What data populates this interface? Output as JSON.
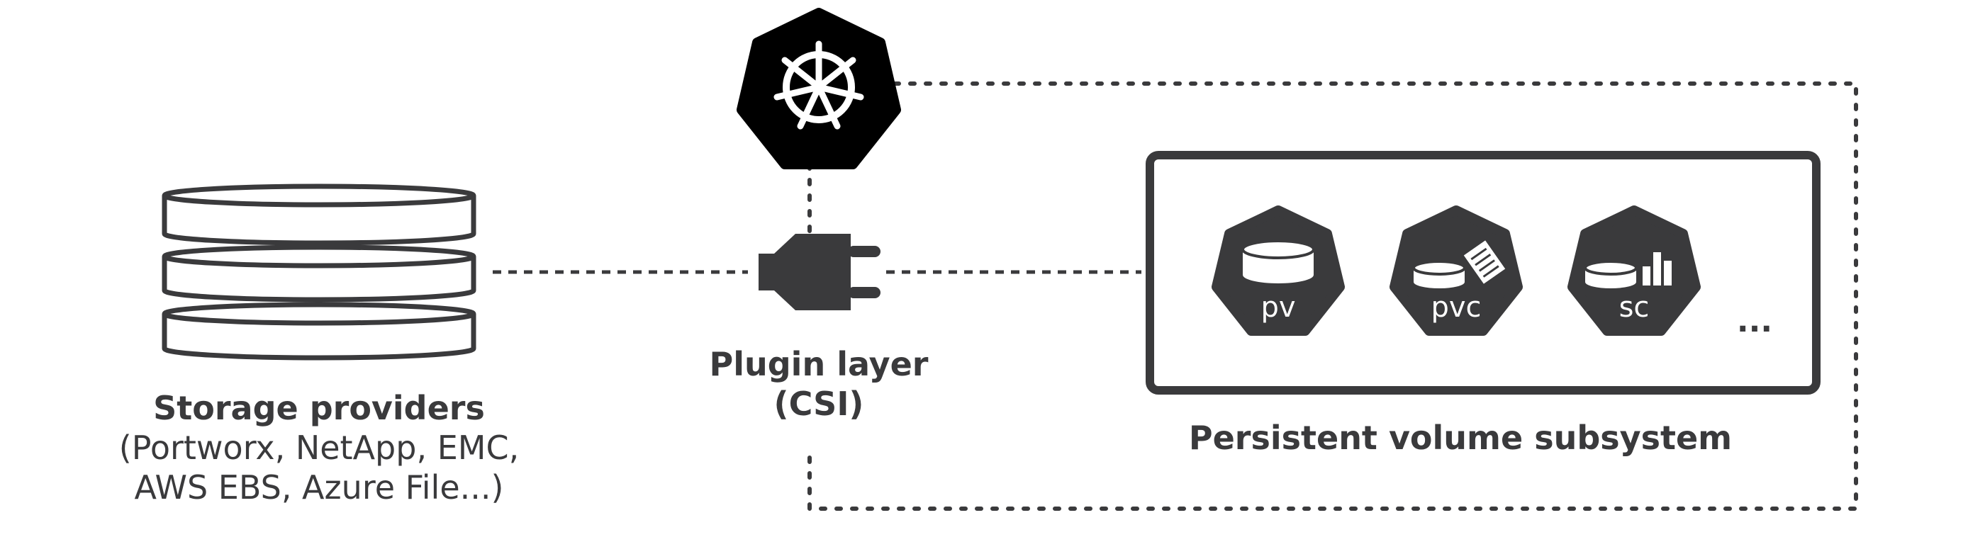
{
  "storage": {
    "title": "Storage providers",
    "line1": "(Portworx, NetApp, EMC,",
    "line2": "AWS EBS, Azure File...)"
  },
  "plugin": {
    "title": "Plugin layer",
    "subtitle": "(CSI)"
  },
  "subsystem": {
    "title": "Persistent volume subsystem",
    "resources": [
      {
        "label": "pv",
        "icon": "disk-icon"
      },
      {
        "label": "pvc",
        "icon": "disk-ticket-icon"
      },
      {
        "label": "sc",
        "icon": "disk-bars-icon"
      }
    ],
    "more": "..."
  },
  "icons": {
    "kubernetes": "kubernetes-helm-icon",
    "plug": "plug-icon",
    "database": "database-stack-icon"
  },
  "colors": {
    "dark": "#3a3a3c",
    "black": "#000000",
    "background": "#ffffff"
  }
}
